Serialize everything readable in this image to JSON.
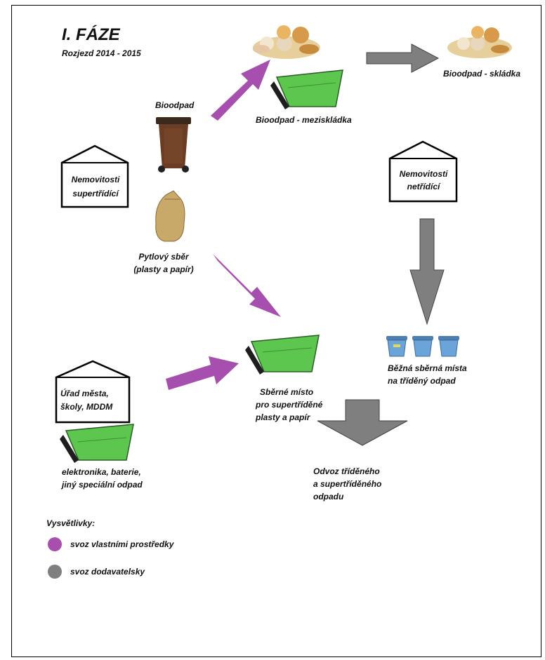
{
  "header": {
    "title": "I. FÁZE",
    "subtitle": "Rozjezd 2014 - 2015"
  },
  "labels": {
    "bioodpad": "Bioodpad",
    "bioodpad_mezisklad": "Bioodpad - meziskládka",
    "bioodpad_skladka": "Bioodpad - skládka",
    "nemovitosti_super_1": "Nemovitosti",
    "nemovitosti_super_2": "supertřídící",
    "nemovitosti_netridi_1": "Nemovitosti",
    "nemovitosti_netridi_2": "netřídící",
    "pytlovy_1": "Pytlový sběr",
    "pytlovy_2": "(plasty a papír)",
    "urad_1": "Úřad města,",
    "urad_2": "školy, MDDM",
    "elektronika_1": "elektronika, baterie,",
    "elektronika_2": "jiný speciální odpad",
    "sberne_1": "Sběrné místo",
    "sberne_2": "pro supertříděné",
    "sberne_3": "plasty a papír",
    "bezna_1": "Běžná sběrná místa",
    "bezna_2": "na tříděný odpad",
    "odvoz_1": "Odvoz tříděného",
    "odvoz_2": "a supertříděného",
    "odvoz_3": "odpadu"
  },
  "legend": {
    "title": "Vysvětlivky:",
    "items": [
      {
        "label": "svoz vlastními prostředky",
        "color": "#a64fae"
      },
      {
        "label": "svoz dodavatelsky",
        "color": "#7f7f7f"
      }
    ]
  },
  "colors": {
    "purple_arrow": "#a64fae",
    "gray_arrow": "#7f7f7f",
    "container_green": "#5cc64f",
    "bin_brown": "#6b3d24",
    "sack": "#c9a96a",
    "blue_bin": "#6aa4d9"
  }
}
